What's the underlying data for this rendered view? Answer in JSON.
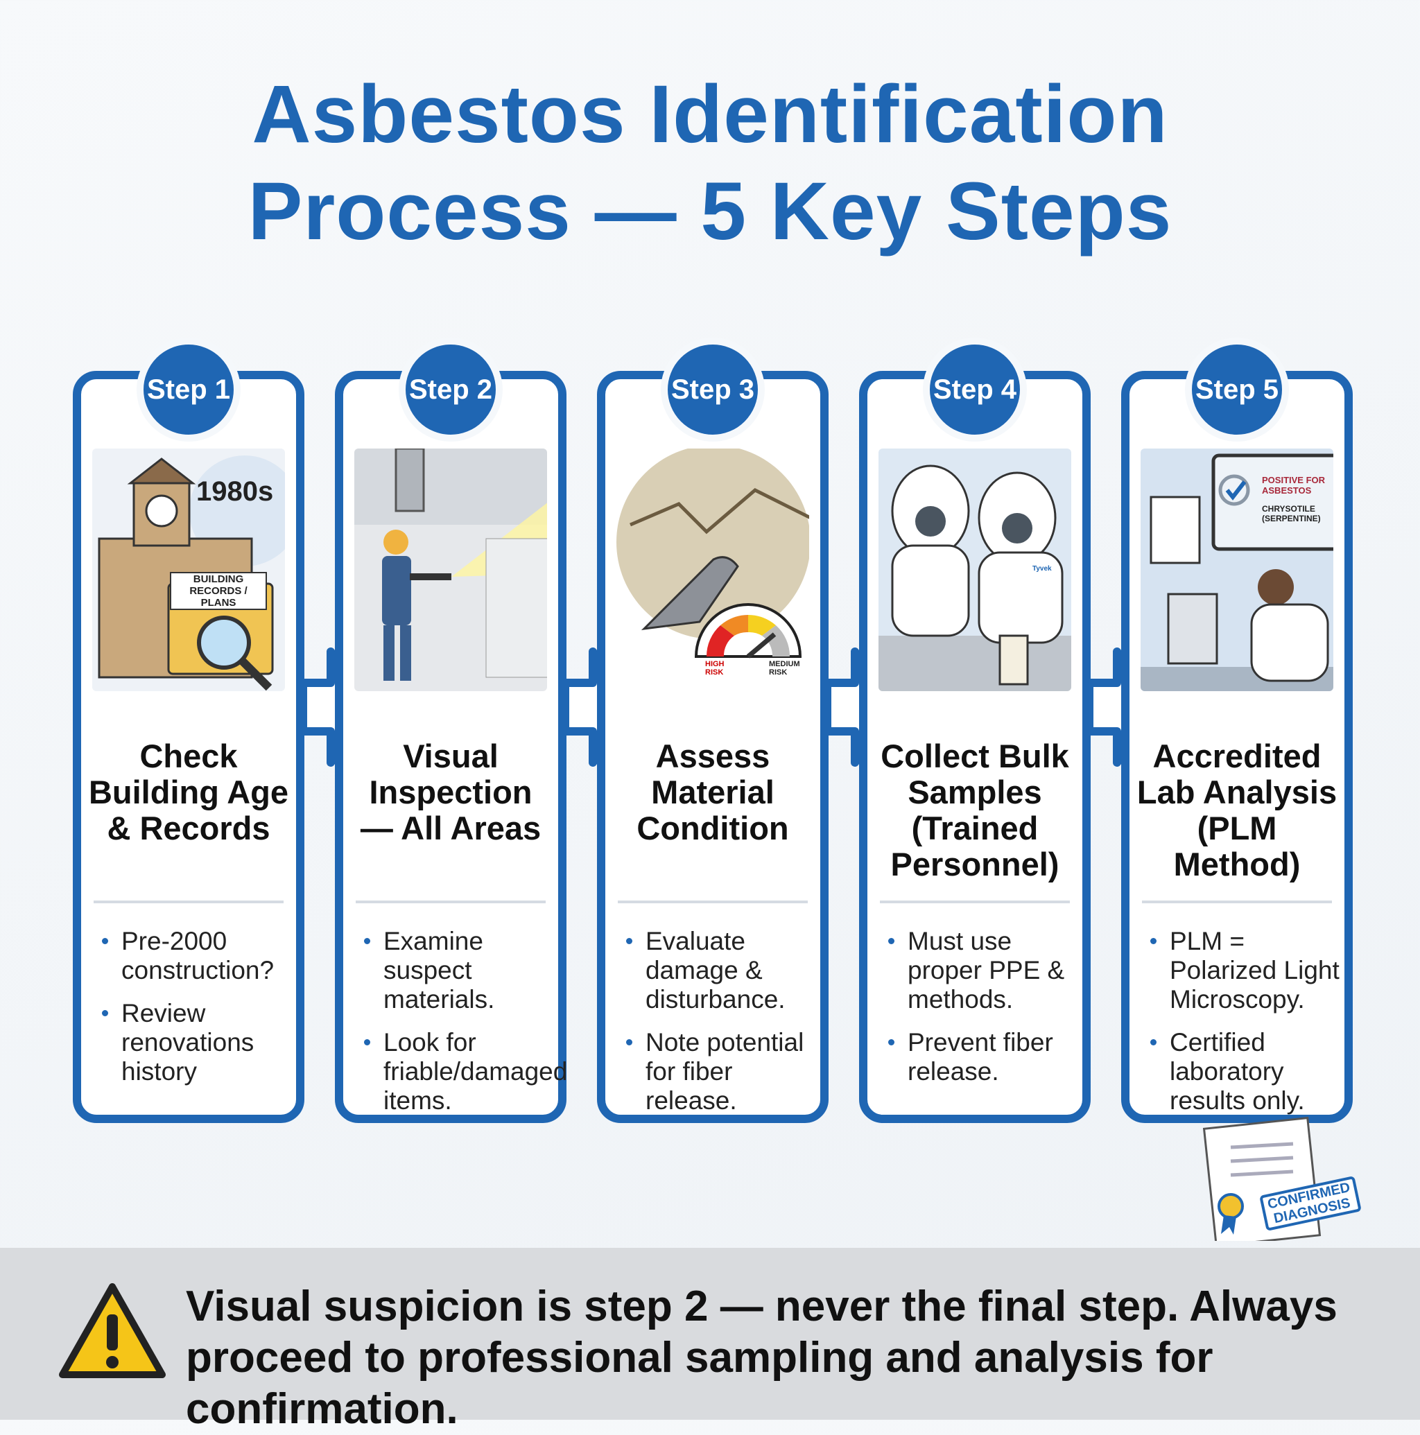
{
  "title": {
    "line1": "Asbestos Identification",
    "line2": "Process — 5 Key Steps"
  },
  "steps": [
    {
      "badge": "Step 1",
      "title": "Check Building Age & Records",
      "bullets": [
        "Pre-2000 construction?",
        "Review renovations history"
      ],
      "illus": {
        "year": "1980s",
        "folder": "BUILDING RECORDS / PLANS"
      }
    },
    {
      "badge": "Step 2",
      "title": "Visual Inspection — All Areas",
      "bullets": [
        "Examine suspect materials.",
        "Look for friable/damaged items."
      ]
    },
    {
      "badge": "Step 3",
      "title": "Assess Material Condition",
      "bullets": [
        "Evaluate damage & disturbance.",
        "Note potential for fiber release."
      ],
      "illus": {
        "high": "HIGH RISK",
        "medium": "MEDIUM RISK"
      }
    },
    {
      "badge": "Step 4",
      "title": "Collect Bulk Samples (Trained Personnel)",
      "bullets": [
        "Must use proper PPE & methods.",
        "Prevent fiber release."
      ],
      "illus": {
        "suit": "Tyvek"
      }
    },
    {
      "badge": "Step 5",
      "title": "Accredited Lab Analysis (PLM Method)",
      "bullets": [
        "PLM = Polarized Light Microscopy.",
        "Certified laboratory results only."
      ],
      "illus": {
        "positive": "POSITIVE FOR ASBESTOS",
        "type": "CHRYSOTILE (SERPENTINE)"
      }
    }
  ],
  "certificate": {
    "stamp": "CONFIRMED DIAGNOSIS"
  },
  "footer": {
    "note": "Visual suspicion is step 2 — never the final step. Always proceed to professional sampling and analysis for confirmation."
  },
  "colors": {
    "primary": "#1f66b3",
    "band": "#d9dbde"
  }
}
